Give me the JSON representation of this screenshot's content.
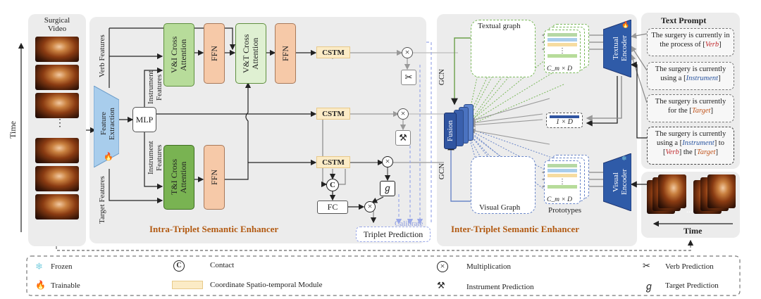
{
  "video": {
    "title_line1": "Surgical",
    "title_line2": "Video",
    "time_label": "Time",
    "ellipsis": "⋮"
  },
  "intra": {
    "verb_features": "Verb Features",
    "instrument_features_top": "Instrument Features",
    "instrument_features_bottom": "Instrument Features",
    "target_features": "Target Features",
    "feature_extraction": "Feature Extraction",
    "mlp": "MLP",
    "vi_cross": "V&I Cross Attention",
    "vt_cross": "V&T Cross Attention",
    "ti_cross": "T&I Cross Attention",
    "ffn": "FFN",
    "cstm": "CSTM",
    "concat_symbol": "C",
    "fc": "FC",
    "title": "Intra-Triplet Semantic Enhancer"
  },
  "inter": {
    "textual_graph": "Textual graph",
    "visual_graph": "Visual Graph",
    "gcn": "GCN",
    "fusion": "Fusion",
    "textual_encoder": "Textual Encoder",
    "visual_encoder": "Visual Encoder",
    "cm_d": "C_m × D",
    "one_d": "1 × D",
    "prototypes": "Prototypes",
    "title": "Inter-Triplet Semantic Enhancer",
    "calibrate": "Calibrate",
    "triplet_prediction": "Triplet Prediction"
  },
  "prompts": {
    "title": "Text Prompt",
    "p1_pre": "The surgery is currently in the process of [",
    "p1_word": "Verb",
    "p1_post": "]",
    "p2_pre": "The surgery is currently using a [",
    "p2_word": "Instrument",
    "p2_post": "]",
    "p3_pre": "The surgery is currently for the [",
    "p3_word": "Target",
    "p3_post": "]",
    "p4_pre": "The surgery is currently using a [",
    "p4_word1": "Instrument",
    "p4_mid1": "] to [",
    "p4_word2": "Verb",
    "p4_mid2": "] the [",
    "p4_word3": "Target",
    "p4_post": "]",
    "time_label": "Time",
    "ellipsis": "..."
  },
  "legend": {
    "frozen": "Frozen",
    "trainable": "Trainable",
    "contact": "Contact",
    "cstm_desc": "Coordinate Spatio-temporal Module",
    "multiplication": "Multiplication",
    "instrument_prediction": "Instrument Prediction",
    "verb_prediction": "Verb Prediction",
    "target_prediction": "Target Prediction"
  },
  "colors": {
    "accent_title": "#b25a12",
    "panel_bg": "#ececec",
    "verb_red": "#c0282c",
    "instrument_blue": "#2a55a0",
    "target_orange": "#c0541c"
  }
}
